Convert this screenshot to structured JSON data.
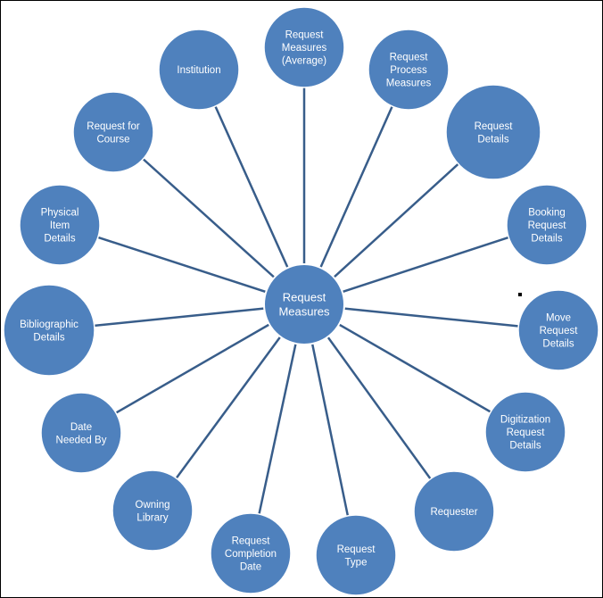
{
  "colors": {
    "node_fill": "#4f81bd",
    "node_stroke": "#ffffff",
    "connector": "#385d8a",
    "label": "#ffffff"
  },
  "center": {
    "label": [
      "Request",
      "Measures"
    ]
  },
  "nodes": [
    {
      "id": "request-measures-average",
      "label": [
        "Request",
        "Measures",
        "(Average)"
      ]
    },
    {
      "id": "request-process-measures",
      "label": [
        "Request",
        "Process",
        "Measures"
      ]
    },
    {
      "id": "request-details",
      "label": [
        "Request",
        "Details"
      ]
    },
    {
      "id": "booking-request-details",
      "label": [
        "Booking",
        "Request",
        "Details"
      ]
    },
    {
      "id": "move-request-details",
      "label": [
        "Move",
        "Request",
        "Details"
      ]
    },
    {
      "id": "digitization-request-details",
      "label": [
        "Digitization",
        "Request",
        "Details"
      ]
    },
    {
      "id": "requester",
      "label": [
        "Requester"
      ]
    },
    {
      "id": "request-type",
      "label": [
        "Request",
        "Type"
      ]
    },
    {
      "id": "request-completion-date",
      "label": [
        "Request",
        "Completion",
        "Date"
      ]
    },
    {
      "id": "owning-library",
      "label": [
        "Owning",
        "Library"
      ]
    },
    {
      "id": "date-needed-by",
      "label": [
        "Date",
        "Needed By"
      ]
    },
    {
      "id": "bibliographic-details",
      "label": [
        "Bibliographic",
        "Details"
      ]
    },
    {
      "id": "physical-item-details",
      "label": [
        "Physical",
        "Item",
        "Details"
      ]
    },
    {
      "id": "request-for-course",
      "label": [
        "Request for",
        "Course"
      ]
    },
    {
      "id": "institution",
      "label": [
        "Institution"
      ]
    }
  ]
}
